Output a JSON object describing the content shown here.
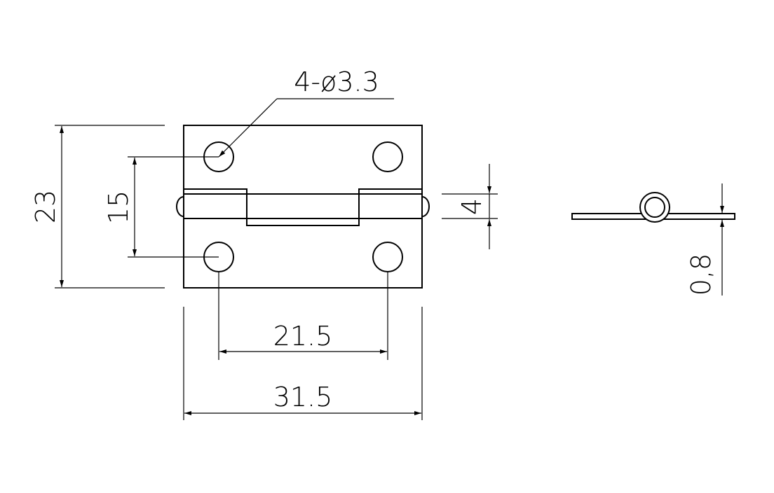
{
  "drawing": {
    "title": "",
    "front_view": {
      "hole_callout": "4-ø3.3",
      "overall_height": "23",
      "hole_vertical_spacing": "15",
      "knuckle_height": "4",
      "hole_horizontal_spacing": "21.5",
      "overall_width": "31.5"
    },
    "side_view": {
      "thickness": "0,8"
    }
  },
  "colors": {
    "line": "#000000",
    "background": "#ffffff"
  }
}
